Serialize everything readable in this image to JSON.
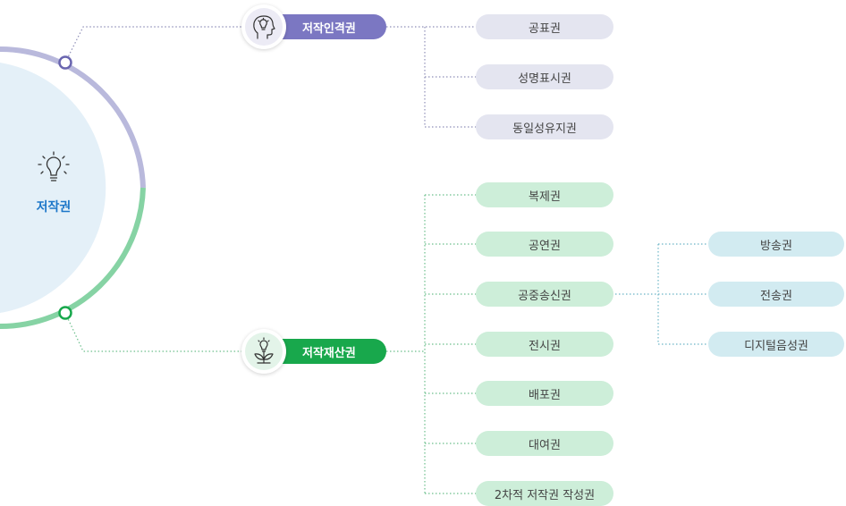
{
  "root": {
    "label": "저작권",
    "icon": "lightbulb-icon"
  },
  "colors": {
    "moral": "#7b77c2",
    "property": "#18a84c",
    "moral_arc": "#b9b9dc",
    "property_arc": "#86d3a4",
    "root_fill": "#e4f0f8"
  },
  "moral_rights": {
    "label": "저작인격권",
    "icon": "head-lightbulb-icon",
    "items": [
      "공표권",
      "성명표시권",
      "동일성유지권"
    ]
  },
  "property_rights": {
    "label": "저작재산권",
    "icon": "lightbulb-sprout-icon",
    "items": [
      "복제권",
      "공연권",
      "공중송신권",
      "전시권",
      "배포권",
      "대여권",
      "2차적 저작권 작성권"
    ],
    "public_transmission": {
      "items": [
        "방송권",
        "전송권",
        "디지털음성권"
      ]
    }
  }
}
